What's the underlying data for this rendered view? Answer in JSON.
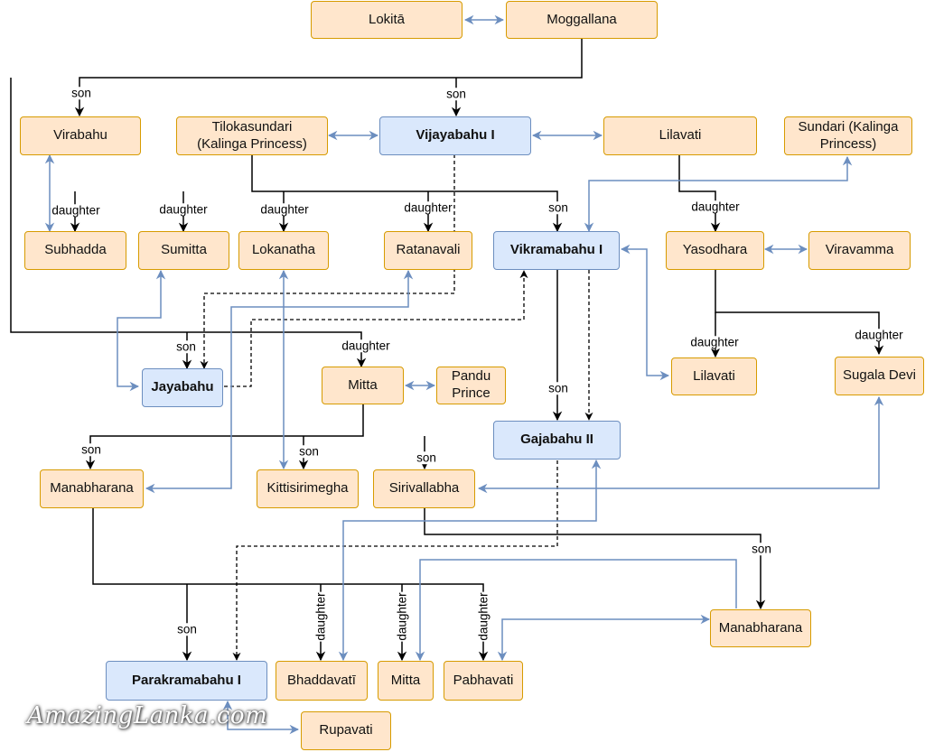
{
  "colors": {
    "person_fill": "#ffe6cc",
    "person_border": "#d79b00",
    "ruler_fill": "#dae8fc",
    "ruler_border": "#6c8ebf",
    "black_line": "#000000",
    "blue_line": "#6c8ebf"
  },
  "labels": {
    "son": "son",
    "daughter": "daughter"
  },
  "nodes": {
    "lokita": "Lokitā",
    "moggallana": "Moggallana",
    "virabahu": "Virabahu",
    "tilokasundari": "Tilokasundari\n(Kalinga Princess)",
    "vijayabahu": "Vijayabahu I",
    "lilavati_top": "Lilavati",
    "sundari": "Sundari (Kalinga\nPrincess)",
    "subhadda": "Subhadda",
    "sumitta": "Sumitta",
    "lokanatha": "Lokanatha",
    "ratanavali": "Ratanavali",
    "vikramabahu": "Vikramabahu I",
    "yasodhara": "Yasodhara",
    "viravamma": "Viravamma",
    "jayabahu": "Jayabahu",
    "mitta_mid": "Mitta",
    "pandu": "Pandu\nPrince",
    "lilavati_mid": "Lilavati",
    "sugala": "Sugala Devi",
    "gajabahu": "Gajabahu II",
    "manabharana_left": "Manabharana",
    "kittisirimegha": "Kittisirimegha",
    "sirivallabha": "Sirivallabha",
    "manabharana_right": "Manabharana",
    "parakramabahu": "Parakramabahu I",
    "bhaddavati": "Bhaddavatī",
    "mitta_bottom": "Mitta",
    "pabhavati": "Pabhavati",
    "rupavati": "Rupavati"
  },
  "watermark": "AmazingLanka.com"
}
